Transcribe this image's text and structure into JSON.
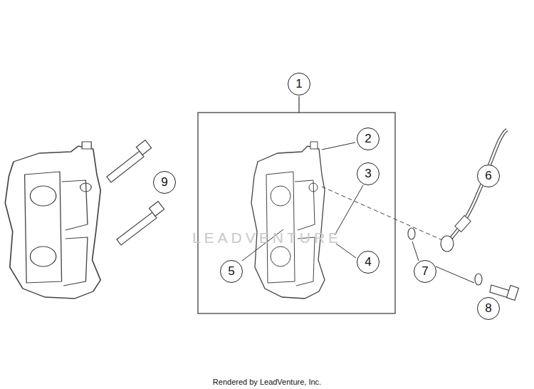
{
  "diagram": {
    "caption": "Rendered by LeadVenture, Inc.",
    "labels": [
      "1",
      "2",
      "3",
      "4",
      "5",
      "6",
      "7",
      "8",
      "9",
      "LEADVENTURE"
    ]
  }
}
